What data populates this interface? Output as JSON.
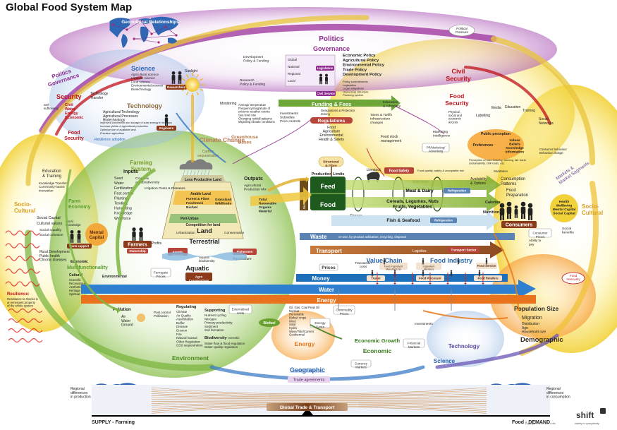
{
  "title": "Global Food System Map",
  "brand": {
    "name": "shift",
    "tagline": "clarity in complexity"
  },
  "copyright": "copyright © 2009 shift • rdts",
  "top": {
    "geopolitical": "Geopolitical Relationships",
    "political_pressure": "Political\nPressure",
    "politics": "Politics",
    "governance": "Governance",
    "levels": [
      "Global",
      "National",
      "Regional",
      "Local"
    ],
    "legislation": "Legislation",
    "civil_service": "Civil Service",
    "policies": [
      "Economic Policy",
      "Agricultural Policy",
      "Environmental Policy",
      "Trade Policy",
      "Development Policy"
    ],
    "policy_notes": [
      "Policy commitments",
      "Legislation",
      "Legal obligations",
      "Ownership Structure",
      "Planning system"
    ],
    "dev_policy_funding": "Development\nPolicy & Funding",
    "research_policy": "Research\nPolicy & Funding",
    "funding_fees": "Funding & Fees",
    "education_advocacy": "Education\n& Advocacy",
    "investments": "Investments\nSubsidies\nPrice controls",
    "designations": "Designations & Protection\nZoning",
    "taxes": "Taxes & Tariffs\nInfrastructure\nchanges",
    "regulations": "Regulations",
    "reg_items": [
      "Food",
      "Agriculture",
      "Environmental",
      "Health & Safety"
    ]
  },
  "left": {
    "politics_governance": "Politics\nGovernance",
    "security": "Security",
    "security_items": [
      "Civil",
      "Water",
      "Energy",
      "Economic"
    ],
    "self_sufficiency": "Self\nsufficiency",
    "food_security": "Food\nSecurity",
    "science": "Science",
    "science_items": [
      "Agricultural science",
      "Landuse science",
      "Food science",
      "Environmental science",
      "Biotechnology"
    ],
    "researchers": "Researchers",
    "technology_transfer": "Technology\nTransfer",
    "technology": "Technology",
    "tech_items": [
      "Agricultural Technology",
      "Agricultural Processes",
      "Biotechnology"
    ],
    "tech_notes": [
      "Improved conversion and storage of solar energy in biomass",
      "Increase yields of agricultural production",
      "Optimize use of available land",
      "Precision agriculture"
    ],
    "engineers": "Engineers",
    "sunlight": "Sunlight",
    "monitoring": "Monitoring",
    "resilience_adoption": "Resilience adoption",
    "education_training": "Education\n& Training",
    "knowledge_transfer": "Knowledge Transfer\nCommunity-based\ninnovation",
    "socio_cultural": "Socio-\nCultural",
    "social_capital": "Social Capital",
    "cultural_values": "Cultural values",
    "social_equality": "Social equality",
    "social_cohesion": "Social cohesion",
    "rural_development": "Rural Development\nPublic health\nChronic diseases",
    "farm_economy": "Farm\nEconomy",
    "local_knowledge": "Local\nknowledge",
    "mental_capital": "Mental\nCapital",
    "farm_support": "Farm support",
    "economic": "Economic",
    "multifunctionality": "Multifunctionality",
    "cultural": "Cultural",
    "environmental": "Environmental",
    "cultural_items": [
      "Scientific",
      "Recreational",
      "Aesthetic",
      "Heritage",
      "Spiritual"
    ],
    "resilience_title": "Resilience:",
    "resilience_text": "Resistance to shocks is\nan emergent property\nof the whole system"
  },
  "farming": {
    "climate_change": "Climate Change",
    "climate_notes": "Average temperature\nFrequency/magnitude of\nextreme weather events\nSea level rise\nChanging rainfall patterns\nMigrating climate conditions",
    "greenhouse": "Greenhouse\nGases",
    "carbon_sequestration": "Carbon\nsequestration",
    "farming_system": "Farming\nSystem",
    "inputs": "Inputs",
    "input_items": [
      "Seed",
      "Water",
      "Fertilization",
      "Pest control",
      "Planting,",
      "Tending,",
      "Harvesting",
      "Knowledge",
      "Workforce"
    ],
    "crop_mix": "Crop Mix\nAgrobiodiversity",
    "irrigation": "Irrigation",
    "pests": "Pests & Diseases",
    "less_productive": "Less Productive Land",
    "arable": "Arable Land",
    "land_uses": [
      "Forest & Fibre",
      "Foodstock",
      "Biofuel"
    ],
    "grassland": "Grassland\nWildfoods",
    "peri_urban": "Peri-Urban",
    "competition": "Competition for land",
    "urbanization": "Urbanization",
    "conservation": "Conservation",
    "land": "Land",
    "terrestrial": "Terrestrial",
    "outputs": "Outputs",
    "production_mix": "Agricultural\nProduction Mix",
    "output_items": [
      "Total",
      "Renewable",
      "Organic",
      "Material"
    ],
    "farmers": "Farmers",
    "ownership": "Ownership",
    "profits": "Profits",
    "aquatic_farmers": "Aquatic\nFarmers",
    "aquatic": "Aquatic",
    "aquatic_biodiversity": "Aquatic\nbiodiversity",
    "fishermen": "Fishermen",
    "aquaculture": "Aquaculture",
    "agro_cooperatives": "Agro\nCooperatives",
    "farmgate_prices": "Farmgate\nPrices"
  },
  "value_chain": {
    "structural_fibre": "Structural\n& Fibre",
    "food_stock": "Food stock\nmanagement",
    "production_limits": "Production Limits",
    "feed": "Feed",
    "food": "Food",
    "biomass": "Biomass",
    "livestock": "Livestock",
    "meat_dairy": "Meat & Dairy",
    "refrigeration": "Refrigeration",
    "wild_meat": "Wild meat",
    "cereals": "Cereals, Legumes, Nuts\nFruits, Vegetables",
    "storage": "Storage",
    "fish_seafood": "Fish & Seafood",
    "food_safety": "Food Safety",
    "food_safety_note": "Food quality, safety & acceptable risk",
    "sanitation": "Sanitation",
    "waste": "Waste",
    "waste_note": "re-use, by-product utilization, recycling, disposal",
    "transport": "Transport",
    "logistics": "Logistics",
    "transport_sector": "Transport Sector",
    "value_chain": "Value Chain",
    "food_industry": "Food Industry",
    "prices": "Prices",
    "transaction_costs": "Transaction\ncosts",
    "food_ingredient_manufacturer": "Food Ingredient\nManufacturer",
    "ingredient_blenders": "Ingredient\nblenders",
    "food_service": "Food Service",
    "money": "Money",
    "trader": "Trader",
    "food_processor": "Food Processor",
    "food_retailers": "Food Retailers",
    "food_manufacturer": "Food Manufacturer"
  },
  "consumers": {
    "civil_security": "Civil\nSecurity",
    "food_security": "Food\nSecurity",
    "fs_notes": "Physical,\nsocial and\neconomic\naccess",
    "labelling": "Labelling",
    "media": "Media",
    "education": "Education",
    "training": "Training",
    "social_networks": "Social\nNetworks",
    "marketing_intelligence": "Marketing\nIntelligence",
    "pr_marketing": "PR/Marketing/\nAdvertising",
    "public_perception": "Public perception",
    "preferences": "Preferences",
    "values_beliefs": "Values\nBeliefs\nKnowledge\nInformation",
    "consumer_behaviour": "Consumer behaviour\nBehaviour change",
    "perception_note": "Perception of food industry, farming, fair trade,\nsustainability, GM foods, etc.",
    "availability": "Availability\n& Options",
    "calories": "Calories",
    "nutrition": "Nutrition",
    "consumption": "Consumption\nPatterns",
    "food_preparation": "Food\nPreparation",
    "consumers": "Consumers",
    "consumer_prices": "Consumer\nPrices",
    "ability_to_pay": "Ability to\npay",
    "markets": "Markets &\nMarket Segments",
    "health": "Health\nWellbeing\nMental Capital\nSocial Capital",
    "socio_cultural": "Socio-\nCultural",
    "social_benefits": "Social\nbenefits",
    "food_insecurity": "Food\nInsecurity",
    "population": "Population Size",
    "migration": "Migration",
    "pop_notes": "Distribution\nAge\nHousehold size",
    "demographic": "Demographic"
  },
  "bottom": {
    "water": "Water",
    "energy": "Energy",
    "pollution": "Pollution",
    "pollution_items": [
      "Air",
      "Water",
      "Ground"
    ],
    "post_control": "Post control\nPollination",
    "regulating": "Regulating",
    "regulating_items": [
      "Climate",
      "Air Quality",
      "Assimilation",
      "Buffer",
      "Disease",
      "Erosion",
      "Fire",
      "Natural hazard",
      "Other Regulation",
      "CO2 sequestration"
    ],
    "supporting": "Supporting",
    "supporting_items": [
      "Nutrient cycling",
      "Nitrogen",
      "Primary productivity",
      "Sediment",
      "Soil formation"
    ],
    "biodiversity": "Biodiversity",
    "genetic": "- Genetic",
    "water_regulation": "Water flow & flood regulation\nWater quality regulation",
    "externalised_costs": "Externalised\ncosts",
    "biofuel": "Biofuel",
    "energy_mix": "Oil, Gas, Coal  Peak Oil\nNuclear\nRenewable\nBiofuel crops\nWind\nSolar\nHydro\nWave/Tide/Current\nGeothermal",
    "energy_costs": "Energy\nCosts",
    "commodity_prices": "Commodity\nPrices",
    "economic_growth": "Economic Growth",
    "investments": "Investments",
    "financial_markets": "Financial\nMarkets",
    "currency_markets": "Currency\nMarkets",
    "economic": "Economic",
    "technology": "Technology",
    "science": "Science",
    "environment": "Environment",
    "energy_label": "Energy",
    "geographic": "Geographic",
    "trade_agreements": "Trade agreements",
    "regional_left": "Regional\ndifferences\nin production",
    "regional_right": "Regional\ndifferences\nin consumption",
    "global_trade": "Global Trade & Transport",
    "supply": "SUPPLY - Farming",
    "demand": "Food - DEMAND"
  },
  "colors": {
    "purple": "#8e2b8e",
    "red": "#c0121b",
    "green": "#5a9c2e",
    "blue": "#2b6db3",
    "orange": "#e87818",
    "brown": "#8b4a2b",
    "yellow": "#f3d64a",
    "gray": "#6a6a6a"
  }
}
